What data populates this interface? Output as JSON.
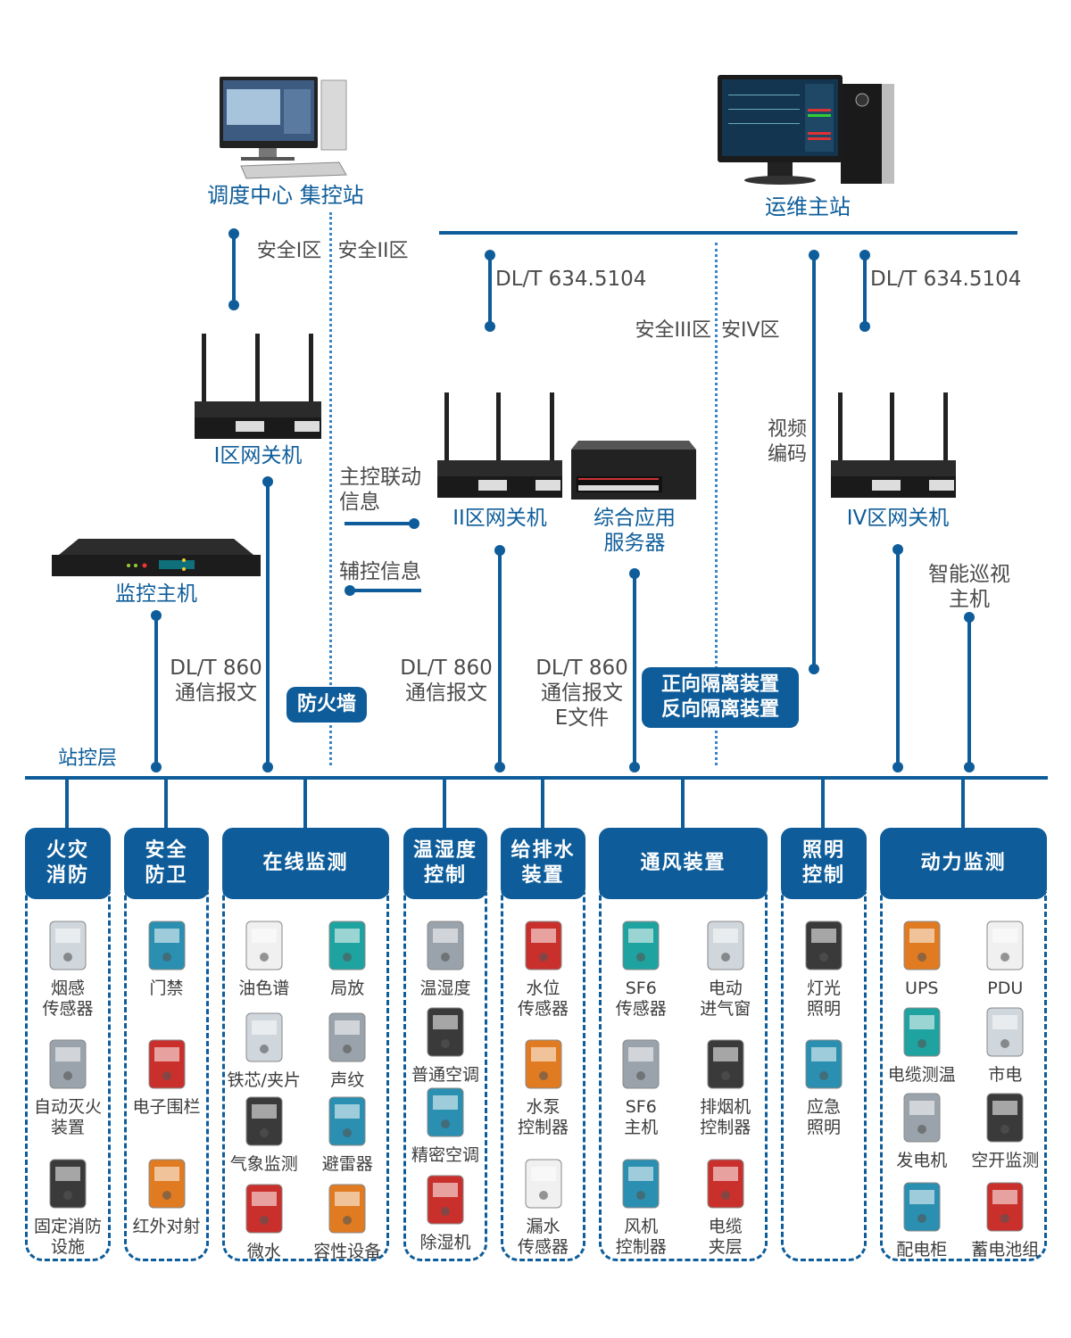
{
  "top": {
    "dispatch_label": "调度中心 集控站",
    "om_label": "运维主站",
    "zone_1_2": {
      "left": "安全I区",
      "right": "安全II区"
    },
    "zone_3_4": {
      "left": "安全III区",
      "right": "安IV区"
    },
    "protocol_left": "DL/T 634.5104",
    "protocol_right": "DL/T 634.5104"
  },
  "gateways": {
    "g1": "I区网关机",
    "g2": "II区网关机",
    "server": [
      "综合应用",
      "服务器"
    ],
    "g4": "IV区网关机",
    "monitor_host": "监控主机",
    "patrol_host": [
      "智能巡视",
      "主机"
    ]
  },
  "notes": {
    "main_ctrl": [
      "主控联动",
      "信息"
    ],
    "aux_ctrl": "辅控信息",
    "video": [
      "视频",
      "编码"
    ],
    "msg1": [
      "DL/T 860",
      "通信报文"
    ],
    "msg2": [
      "DL/T 860",
      "通信报文"
    ],
    "msg3": [
      "DL/T 860",
      "通信报文",
      "E文件"
    ]
  },
  "badges": {
    "firewall": "防火墙",
    "isolation": [
      "正向隔离装置",
      "反向隔离装置"
    ]
  },
  "station_layer": "站控层",
  "categories": [
    {
      "title": [
        "火灾",
        "消防"
      ],
      "items": [
        [
          "烟感",
          "传感器"
        ],
        [
          "自动灭火",
          "装置"
        ],
        [
          "固定消防",
          "设施"
        ]
      ]
    },
    {
      "title": [
        "安全",
        "防卫"
      ],
      "items": [
        [
          "门禁"
        ],
        [
          "电子围栏"
        ],
        [
          "红外对射"
        ]
      ]
    },
    {
      "title": [
        "在线监测"
      ],
      "items": [
        [
          "油色谱"
        ],
        [
          "局放"
        ],
        [
          "铁芯/夹片"
        ],
        [
          "声纹"
        ],
        [
          "气象监测"
        ],
        [
          "避雷器"
        ],
        [
          "微水"
        ],
        [
          "容性设备"
        ]
      ]
    },
    {
      "title": [
        "温湿度",
        "控制"
      ],
      "items": [
        [
          "温湿度"
        ],
        [
          "普通空调"
        ],
        [
          "精密空调"
        ],
        [
          "除湿机"
        ]
      ]
    },
    {
      "title": [
        "给排水",
        "装置"
      ],
      "items": [
        [
          "水位",
          "传感器"
        ],
        [
          "水泵",
          "控制器"
        ],
        [
          "漏水",
          "传感器"
        ]
      ]
    },
    {
      "title": [
        "通风装置"
      ],
      "items": [
        [
          "SF6",
          "传感器"
        ],
        [
          "电动",
          "进气窗"
        ],
        [
          "SF6",
          "主机"
        ],
        [
          "排烟机",
          "控制器"
        ],
        [
          "风机",
          "控制器"
        ],
        [
          "电缆",
          "夹层"
        ]
      ]
    },
    {
      "title": [
        "照明",
        "控制"
      ],
      "items": [
        [
          "灯光",
          "照明"
        ],
        [
          "应急",
          "照明"
        ]
      ]
    },
    {
      "title": [
        "动力监测"
      ],
      "items": [
        [
          "UPS"
        ],
        [
          "PDU"
        ],
        [
          "电缆测温"
        ],
        [
          "市电"
        ],
        [
          "发电机"
        ],
        [
          "空开监测"
        ],
        [
          "配电柜"
        ],
        [
          "蓄电池组"
        ]
      ]
    }
  ],
  "colors": {
    "primary": "#0e5d9a",
    "text": "#4a4a4a"
  }
}
